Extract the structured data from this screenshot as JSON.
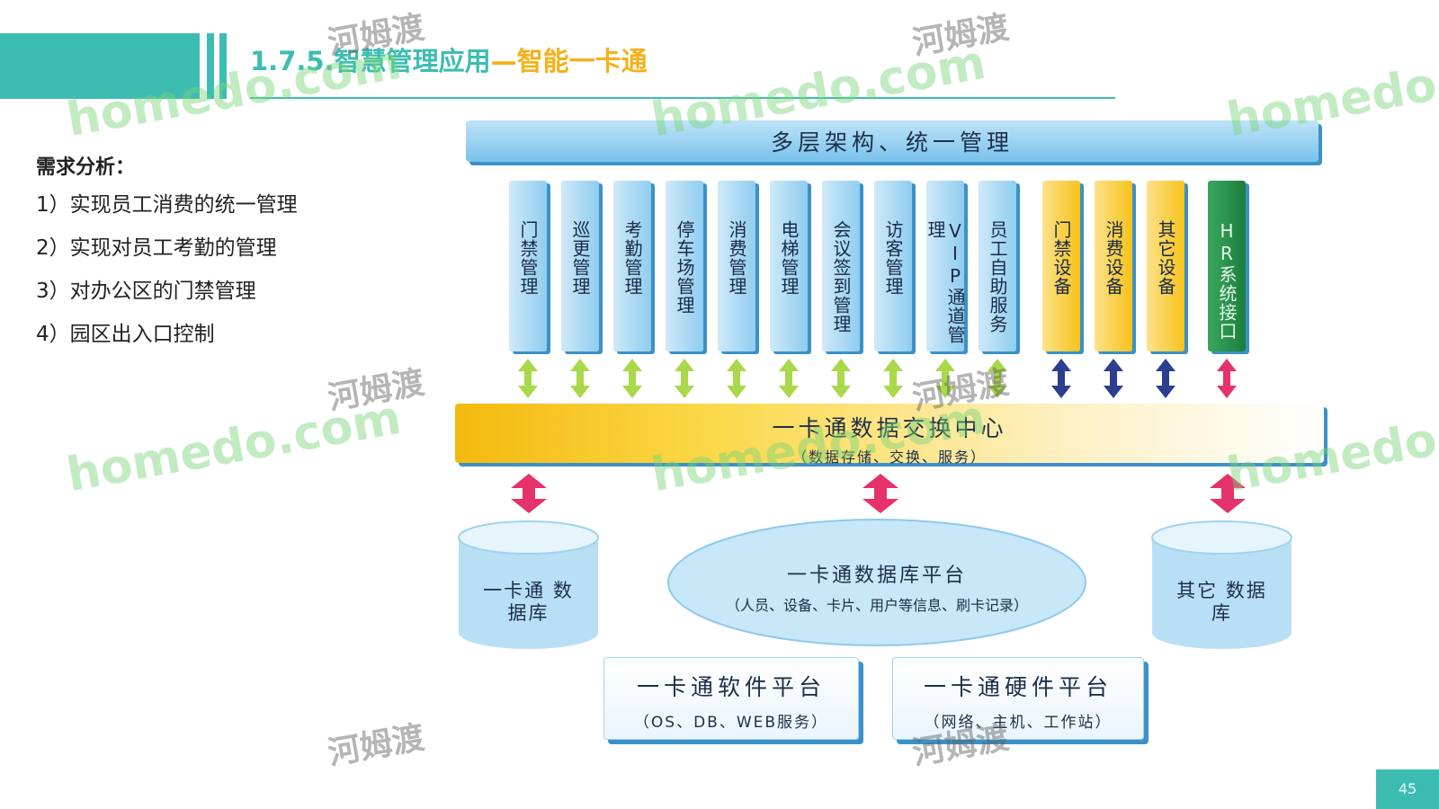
{
  "header": {
    "title_num": "1.7.5.",
    "title_main": "智慧管理应用",
    "title_accent": "—智能一卡通"
  },
  "requirements": {
    "title": "需求分析：",
    "items": [
      "1）实现员工消费的统一管理",
      "2）实现对员工考勤的管理",
      "3）对办公区的门禁管理",
      "4）园区出入口控制"
    ]
  },
  "diagram": {
    "top_banner": "多层架构、统一管理",
    "modules": [
      {
        "label": "门禁管理",
        "kind": "blue"
      },
      {
        "label": "巡更管理",
        "kind": "blue"
      },
      {
        "label": "考勤管理",
        "kind": "blue"
      },
      {
        "label": "停车场管理",
        "kind": "blue"
      },
      {
        "label": "消费管理",
        "kind": "blue"
      },
      {
        "label": "电梯管理",
        "kind": "blue"
      },
      {
        "label": "会议签到管理",
        "kind": "blue"
      },
      {
        "label": "访客管理",
        "kind": "blue"
      },
      {
        "label": "VIP通道管理",
        "kind": "blue"
      },
      {
        "label": "员工自助服务",
        "kind": "blue"
      },
      {
        "label": "门禁设备",
        "kind": "yellow"
      },
      {
        "label": "消费设备",
        "kind": "yellow"
      },
      {
        "label": "其它设备",
        "kind": "yellow"
      },
      {
        "label": "HR系统接口",
        "kind": "green"
      }
    ],
    "exchange_title": "一卡通数据交换中心",
    "exchange_sub": "（数据存储、交换、服务）",
    "db_left": "一卡通 数据库",
    "db_center_title": "一卡通数据库平台",
    "db_center_sub": "（人员、设备、卡片、用户等信息、刷卡记录）",
    "db_right": "其它 数据库",
    "software_title": "一卡通软件平台",
    "software_sub": "（OS、DB、WEB服务）",
    "hardware_title": "一卡通硬件平台",
    "hardware_sub": "（网络、主机、工作站）"
  },
  "colors": {
    "teal": "#3dbdb1",
    "accent": "#f3b21c",
    "arrow_green": "#a9d84a",
    "arrow_navy": "#2b3f8f",
    "arrow_pink": "#e5326a"
  },
  "page_number": "45",
  "watermark": {
    "brand": "homedo.com",
    "cn": "河姆渡"
  }
}
